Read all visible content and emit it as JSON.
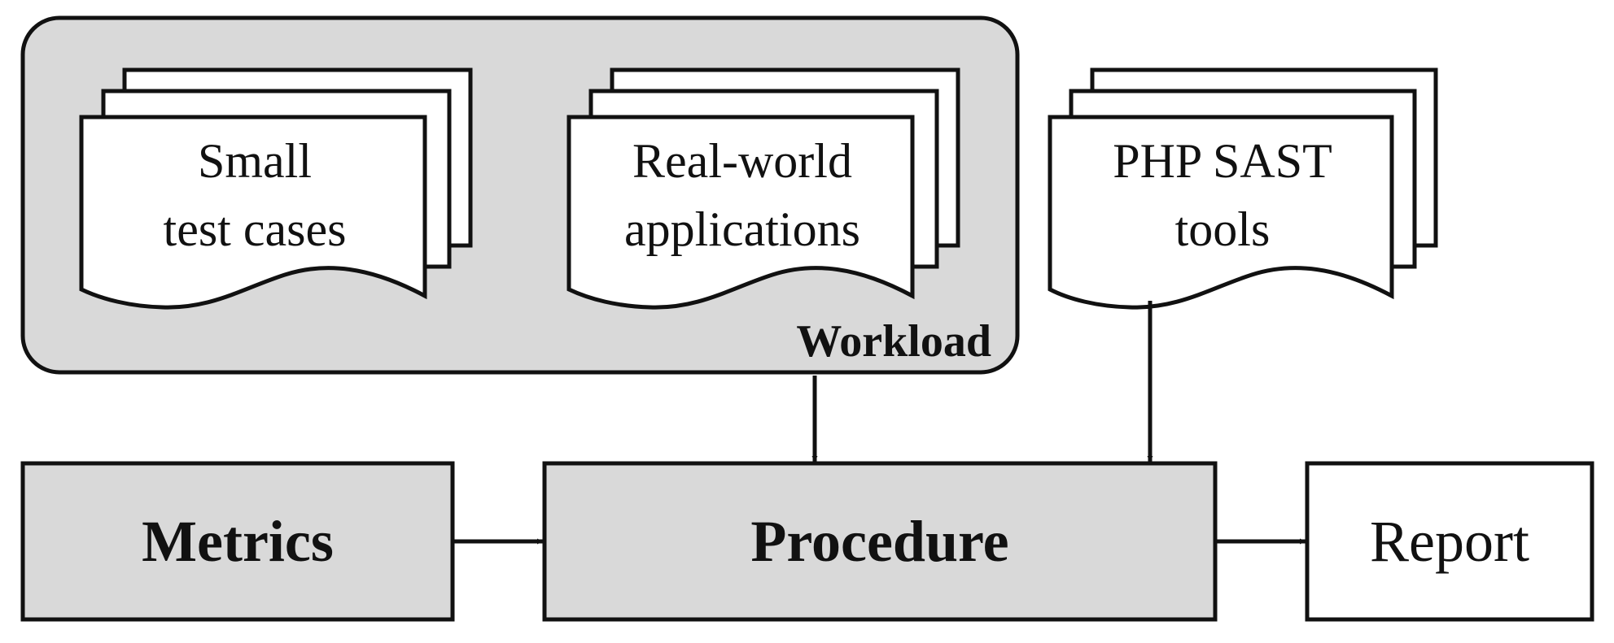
{
  "workload": {
    "label": "Workload",
    "small_tests": {
      "line1": "Small",
      "line2": "test cases"
    },
    "real_world": {
      "line1": "Real-world",
      "line2": "applications"
    }
  },
  "tools": {
    "line1": "PHP SAST",
    "line2": "tools"
  },
  "boxes": {
    "metrics": "Metrics",
    "procedure": "Procedure",
    "report": "Report"
  },
  "colors": {
    "fill_gray": "#d9d9d9",
    "fill_white": "#ffffff",
    "stroke": "#111111"
  }
}
